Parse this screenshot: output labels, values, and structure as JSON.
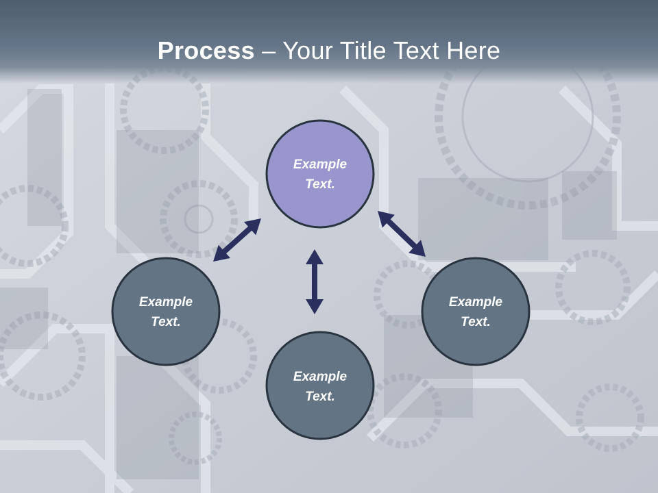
{
  "title": {
    "bold": "Process",
    "separator": " – ",
    "rest": "Your Title Text Here"
  },
  "colors": {
    "title_band": "#5b6b7c",
    "node_top_fill": "#9896cc",
    "node_fill": "#637485",
    "node_stroke": "#2a3340",
    "arrow": "#2a2f5e",
    "background": "#c9cdd5"
  },
  "diagram": {
    "nodes": [
      {
        "id": "top",
        "label_line1": "Example",
        "label_line2": "Text."
      },
      {
        "id": "left",
        "label_line1": "Example",
        "label_line2": "Text."
      },
      {
        "id": "right",
        "label_line1": "Example",
        "label_line2": "Text."
      },
      {
        "id": "bottom",
        "label_line1": "Example",
        "label_line2": "Text."
      }
    ],
    "arrows": [
      {
        "from": "top",
        "to": "left",
        "style": "double-headed"
      },
      {
        "from": "top",
        "to": "right",
        "style": "double-headed"
      },
      {
        "from": "top",
        "to": "bottom",
        "style": "double-headed"
      }
    ]
  }
}
